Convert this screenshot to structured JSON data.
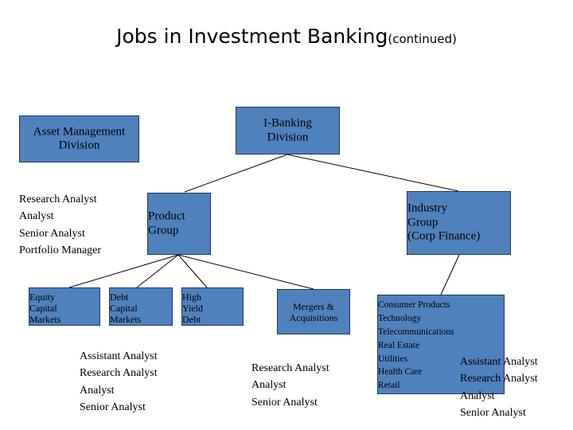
{
  "slide": {
    "title_main": "Jobs in Investment Banking",
    "title_suffix": "(continued)",
    "accent_color": "#4f81bd",
    "border_color": "#1f3864",
    "background_color": "#ffffff",
    "text_color": "#000000"
  },
  "boxes": {
    "asset_management": {
      "lines": [
        "Asset Management",
        "Division"
      ]
    },
    "ibanking": {
      "lines": [
        "I-Banking",
        "Division"
      ]
    },
    "product_group": {
      "lines": [
        "Product",
        "Group"
      ]
    },
    "industry_group": {
      "lines": [
        "Industry",
        "Group",
        "(Corp Finance)"
      ]
    },
    "equity_capital_markets": {
      "lines": [
        "Equity",
        "Capital",
        "Markets"
      ]
    },
    "debt_capital_markets": {
      "lines": [
        "Debt",
        "Capital",
        "Markets"
      ]
    },
    "high_yield_debt": {
      "lines": [
        "High",
        "Yield",
        "Debt"
      ]
    },
    "mergers_acquisitions": {
      "lines": [
        "Mergers &",
        "Acquisitions"
      ]
    },
    "industry_sectors": {
      "lines": [
        "Consumer Products",
        "Technology",
        "Telecommunications",
        "Real Estate",
        "Utilities",
        "Health Care",
        "Retail"
      ]
    }
  },
  "role_lists": {
    "asset_management_roles": [
      "Research Analyst",
      "Analyst",
      "Senior Analyst",
      "Portfolio Manager"
    ],
    "product_group_roles": [
      "Assistant Analyst",
      "Research Analyst",
      "Analyst",
      "Senior Analyst"
    ],
    "mergers_acquisitions_roles": [
      "Research Analyst",
      "Analyst",
      "Senior Analyst"
    ],
    "industry_group_roles": [
      "Assistant Analyst",
      "Research Analyst",
      "Analyst",
      "Senior Analyst"
    ]
  }
}
